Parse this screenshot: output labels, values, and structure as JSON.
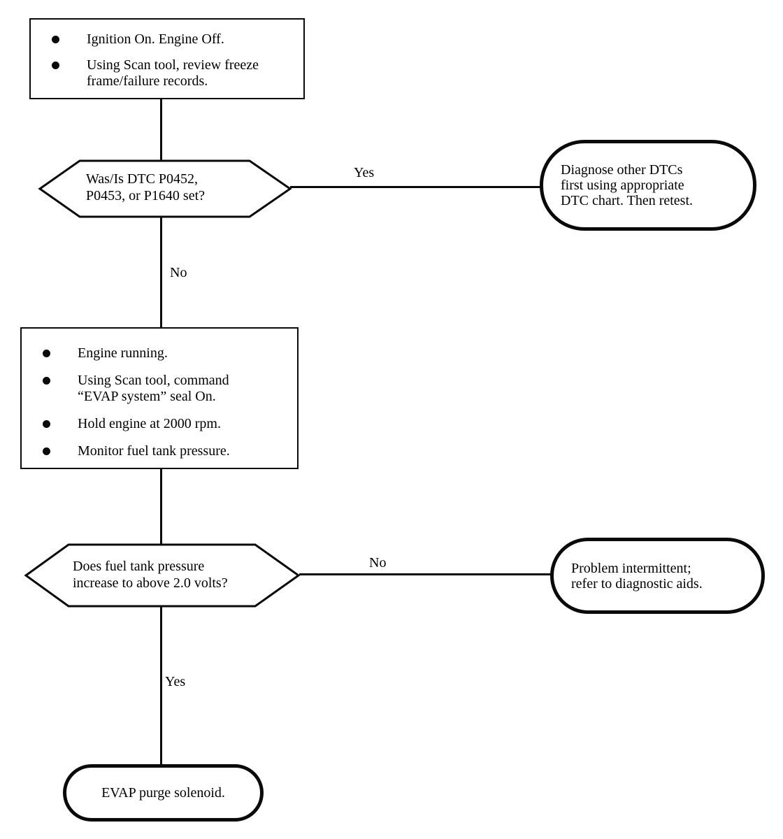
{
  "diagram": {
    "type": "flowchart",
    "topic": "EVAP diagnostic chart"
  },
  "nodes": {
    "step1": {
      "bullets": [
        [
          "Ignition On. Engine Off."
        ],
        [
          "Using Scan tool, review freeze",
          "frame/failure records."
        ]
      ]
    },
    "decision1": {
      "lines": [
        "Was/Is DTC P0452,",
        "P0453, or P1640 set?"
      ]
    },
    "terminal1": {
      "lines": [
        "Diagnose other DTCs",
        "first using appropriate",
        "DTC chart. Then retest."
      ]
    },
    "step2": {
      "bullets": [
        [
          "Engine running."
        ],
        [
          "Using Scan tool, command",
          "“EVAP system” seal On."
        ],
        [
          "Hold engine at 2000 rpm."
        ],
        [
          "Monitor fuel tank pressure."
        ]
      ]
    },
    "decision2": {
      "lines": [
        "Does fuel tank pressure",
        "increase to above 2.0 volts?"
      ]
    },
    "terminal2": {
      "lines": [
        "Problem intermittent;",
        "refer to diagnostic aids."
      ]
    },
    "terminal3": {
      "lines": [
        "EVAP purge solenoid."
      ]
    }
  },
  "edges": {
    "decision1_yes": "Yes",
    "decision1_no": "No",
    "decision2_no": "No",
    "decision2_yes": "Yes"
  },
  "colors": {
    "ink": "#0a0a0a",
    "background": "#ffffff"
  }
}
